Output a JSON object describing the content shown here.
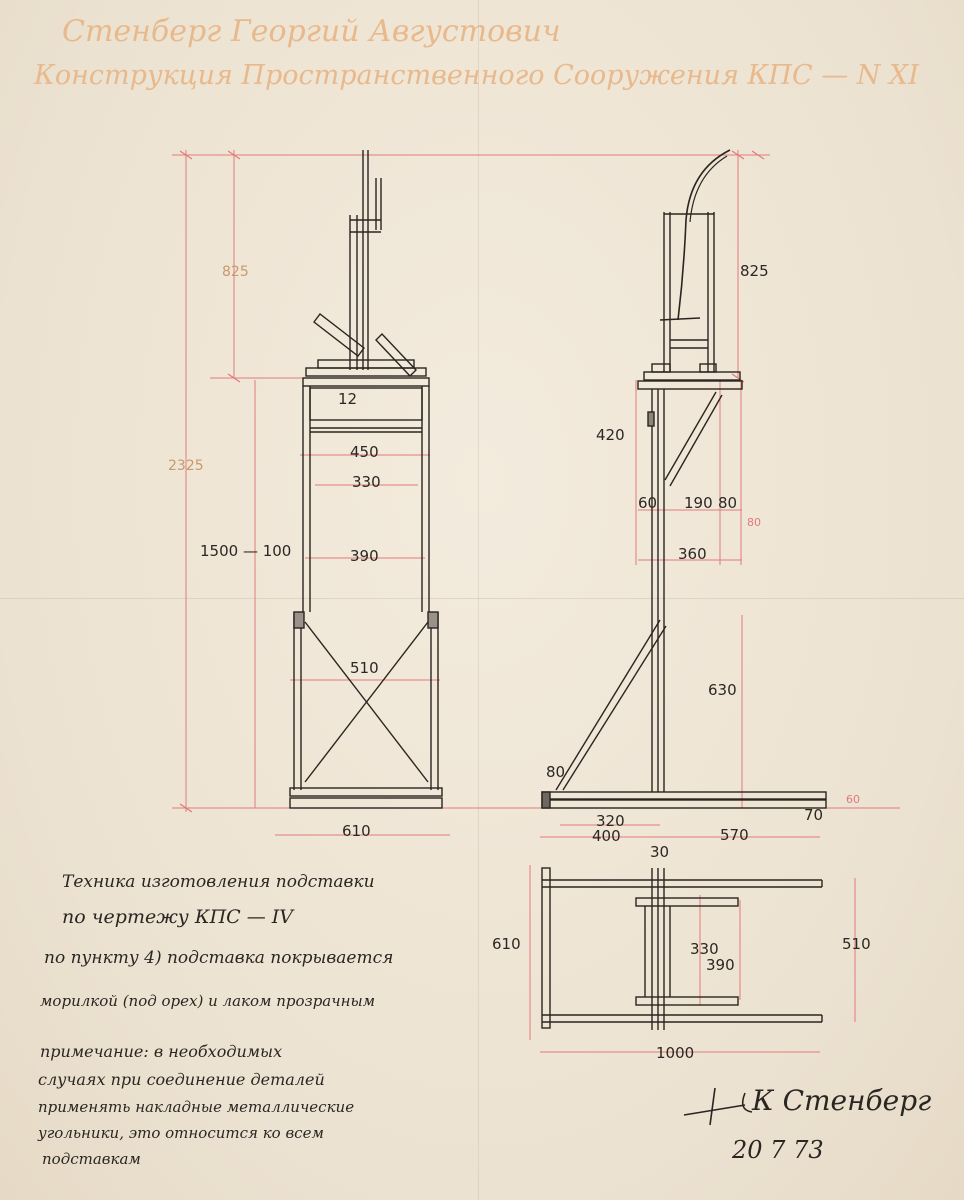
{
  "header": {
    "author": "Стенберг Георгий Августович",
    "title": "Конструкция Пространственного Сооружения КПС — N XI"
  },
  "front_view": {
    "dims": {
      "top_height": "825",
      "total_height": "2325",
      "base_height": "1500 — 100",
      "top_plate": "12",
      "width_450": "450",
      "width_330": "330",
      "width_390": "390",
      "width_510": "510",
      "base_width": "610"
    }
  },
  "side_view": {
    "dims": {
      "top_height": "825",
      "d420": "420",
      "d60": "60",
      "d190": "190",
      "d80": "80",
      "d80b": "80",
      "d360": "360",
      "d630": "630",
      "d80c": "80",
      "d60b": "60",
      "d70": "70",
      "d320": "320",
      "d400": "400",
      "d570": "570",
      "d30": "30"
    }
  },
  "plan_view": {
    "dims": {
      "d610": "610",
      "d510": "510",
      "d330": "330",
      "d390": "390",
      "d1000": "1000"
    }
  },
  "notes": {
    "technique": [
      "Техника изготовления подставки",
      "по чертежу КПС — IV",
      "по пункту 4) подставка покрывается",
      "морилкой (под орех) и лаком прозрачным"
    ],
    "remark": [
      "примечание: в необходимых",
      "случаях при соединение деталей",
      "применять накладные металлические",
      "угольники, это относится ко всем",
      "подставкам"
    ]
  },
  "signature": {
    "name": "К Стенберг",
    "date": "20 7 73"
  }
}
